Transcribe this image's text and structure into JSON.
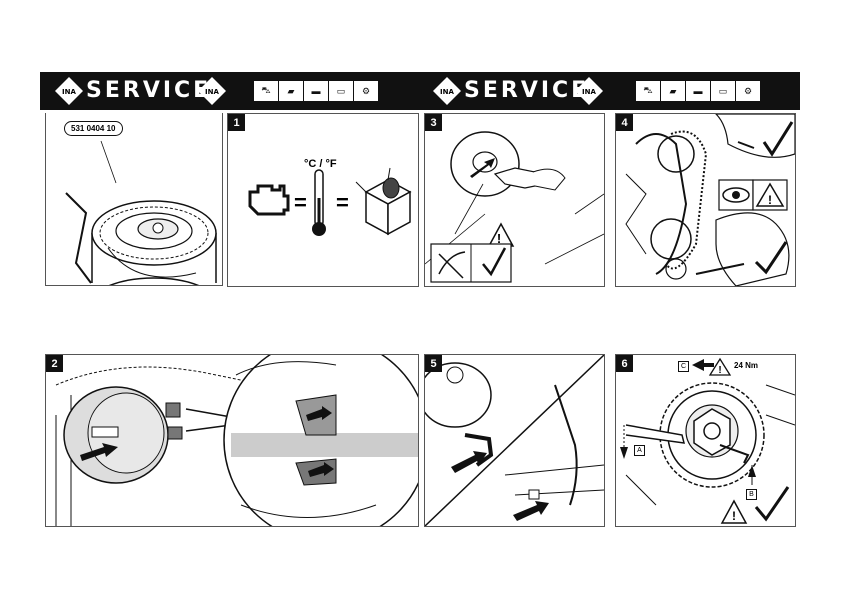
{
  "banner": {
    "brand_text": "SERVICE",
    "logo_text": "INA",
    "icons": [
      "car-icon",
      "van-icon",
      "truck-icon",
      "bus-icon",
      "tractor-icon"
    ]
  },
  "panels": {
    "part": {
      "label": "531 0404 10"
    },
    "step1": {
      "num": "1",
      "units": "°C / °F"
    },
    "step2": {
      "num": "2"
    },
    "step3": {
      "num": "3"
    },
    "step4": {
      "num": "4"
    },
    "step5": {
      "num": "5"
    },
    "step6": {
      "num": "6",
      "torque": "24 Nm",
      "markers": [
        "A",
        "B",
        "C"
      ]
    }
  }
}
